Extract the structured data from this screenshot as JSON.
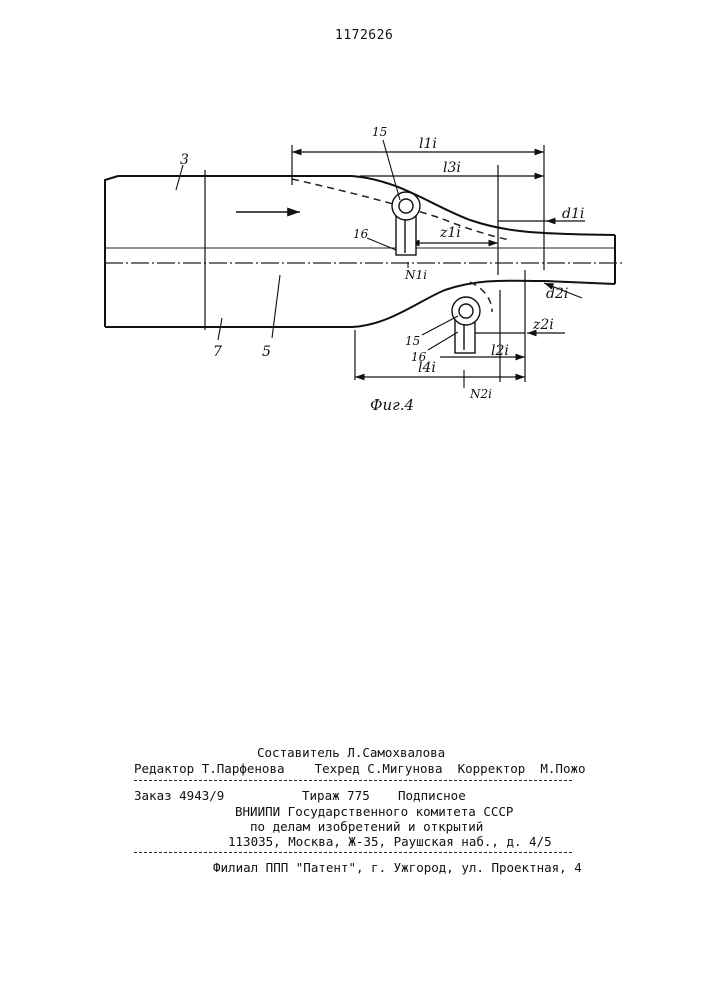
{
  "document": {
    "patent_number": "1172626"
  },
  "figure": {
    "caption": "Фиг.4",
    "labels": {
      "l1i": "l1i",
      "l3i": "l3i",
      "d1i": "d1i",
      "z1i": "z1i",
      "n1i": "N1i",
      "d2i": "d2i",
      "z2i": "z2i",
      "l2i": "l2i",
      "l4i": "l4i",
      "n2i": "N2i",
      "ref3": "3",
      "ref7": "7",
      "ref5": "5",
      "ref15_top": "15",
      "ref16_top": "16",
      "ref15_bottom": "15",
      "ref16_bottom": "16"
    }
  },
  "imprint": {
    "compiler": "Составитель Л.Самохвалова",
    "editors_line": "Редактор Т.Парфенова    Техред С.Мигунова  Корректор  М.Пожо",
    "order": "Заказ 4943/9",
    "circulation": "Тираж 775",
    "subscription": "Подписное",
    "org_line1": "ВНИИПИ Государственного комитета СССР",
    "org_line2": "по делам изобретений и открытий",
    "address": "113035, Москва, Ж-35, Раушская наб., д. 4/5",
    "branch": "Филиал ППП \"Патент\", г. Ужгород, ул. Проектная, 4"
  }
}
